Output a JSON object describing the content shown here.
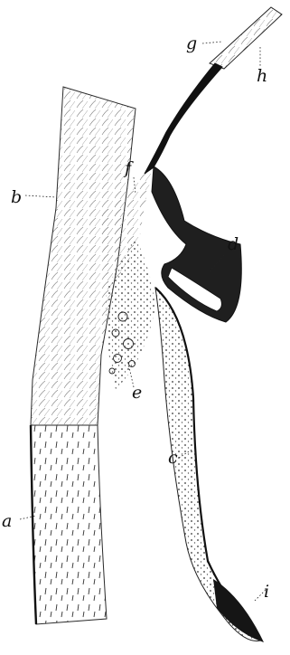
{
  "figure": {
    "labels": {
      "a": "a",
      "b": "b",
      "c": "c",
      "d": "d",
      "e": "e",
      "f": "f",
      "g": "g",
      "h": "h",
      "i": "i"
    },
    "colors": {
      "ink": "#111111",
      "stroke": "#2a2a2a",
      "background": "#ffffff",
      "tissue_fill": "#f1efe9"
    }
  }
}
